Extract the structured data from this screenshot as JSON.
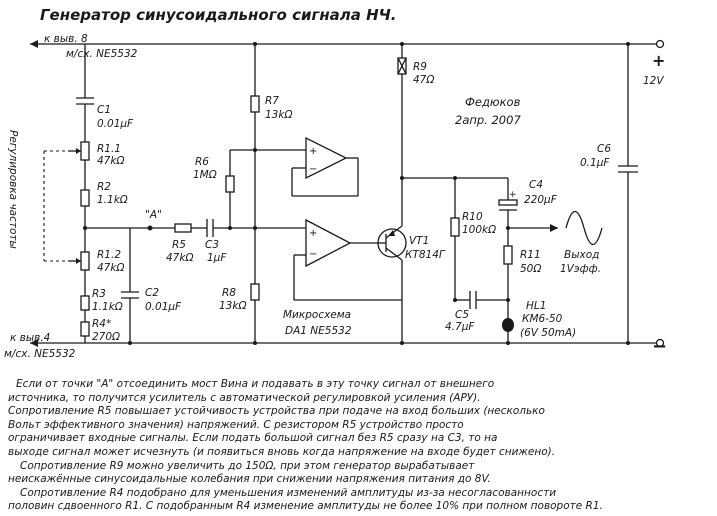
{
  "title": "Генератор синусоидального сигнала НЧ.",
  "supply": {
    "top_ref_1": "к выв. 8",
    "top_ref_2": "м/сх. NE5532",
    "bottom_ref_1": "к выв.4",
    "bottom_ref_2": "м/сх. NE5532",
    "plus_sign": "+",
    "minus_sign": "−",
    "voltage": "12V"
  },
  "author": {
    "name": "Федюков",
    "date": "2апр. 2007"
  },
  "freq_control_label": "Регулировка частоты",
  "point_a": "\"А\"",
  "chip": {
    "label": "Микросхема",
    "name": "DA1  NE5532"
  },
  "components": {
    "C1": {
      "ref": "C1",
      "value": "0.01µF"
    },
    "R1_1": {
      "ref": "R1.1",
      "value": "47kΩ"
    },
    "R2": {
      "ref": "R2",
      "value": "1.1kΩ"
    },
    "R1_2": {
      "ref": "R1.2",
      "value": "47kΩ"
    },
    "R3": {
      "ref": "R3",
      "value": "1.1kΩ"
    },
    "R4": {
      "ref": "R4*",
      "value": "270Ω"
    },
    "C2": {
      "ref": "C2",
      "value": "0.01µF"
    },
    "R5": {
      "ref": "R5",
      "value": "47kΩ"
    },
    "C3": {
      "ref": "C3",
      "value": "1µF"
    },
    "R6": {
      "ref": "R6",
      "value": "1MΩ"
    },
    "R7": {
      "ref": "R7",
      "value": "13kΩ"
    },
    "R8": {
      "ref": "R8",
      "value": "13kΩ"
    },
    "R9": {
      "ref": "R9",
      "value": "47Ω"
    },
    "R10": {
      "ref": "R10",
      "value": "100kΩ"
    },
    "R11": {
      "ref": "R11",
      "value": "50Ω"
    },
    "C4": {
      "ref": "C4",
      "value": "220µF"
    },
    "C5": {
      "ref": "C5",
      "value": "4.7µF"
    },
    "C6": {
      "ref": "C6",
      "value": "0.1µF"
    },
    "VT1": {
      "ref": "VT1",
      "value": "КТ814Г"
    },
    "HL1": {
      "ref": "HL1",
      "value": "КМ6-50",
      "rating": "(6V 50mA)"
    }
  },
  "output": {
    "label": "Выход",
    "level": "1Vэфф."
  },
  "notes": [
    "Если от точки \"А\" отсоединить мост Вина и подавать в эту точку сигнал от внешнего",
    "источника, то получится усилитель с автоматической регулировкой усиления (АРУ).",
    "Сопротивление R5 повышает устойчивость устройства при подаче на вход больших (несколько",
    "Вольт эффективного значения) напряжений. С резистором R5 устройство просто",
    "ограничивает входные сигналы. Если подать большой сигнал без R5 сразу на С3, то на",
    "выходе сигнал может исчезнуть (и появиться вновь когда напряжение на входе будет снижено).",
    "Сопротивление R9 можно увеличить до 150Ω, при этом генератор вырабатывает",
    "неискажённые синусоидальные колебания при снижении напряжения питания до 8V.",
    "Сопротивление R4 подобрано для уменьшения изменений амплитуды из-за несогласованности",
    "половин сдвоенного R1. С подобранным R4 изменение амплитуды не более 10% при полном повороте R1."
  ]
}
